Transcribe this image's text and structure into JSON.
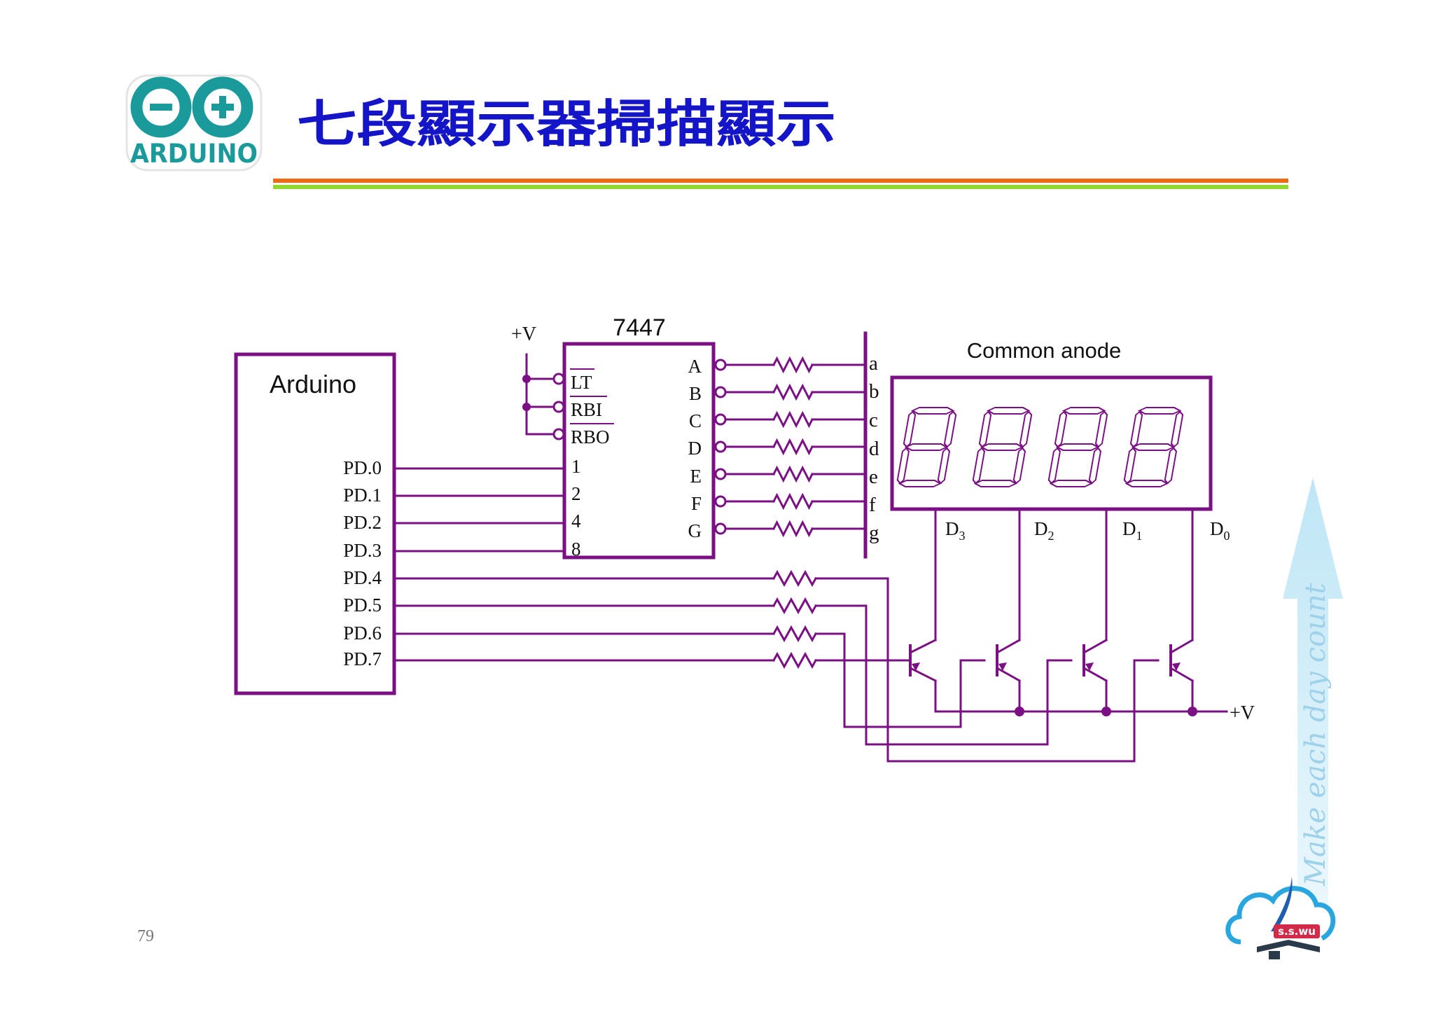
{
  "slide": {
    "title": "七段顯示器掃描顯示",
    "page_number": "79",
    "watermark": "Make each day count",
    "colors": {
      "wire": "#7b0f84",
      "title": "#1414c8",
      "accent_orange": "#f26a10",
      "accent_green": "#8ed830",
      "logo_teal": "#1a9a9a"
    }
  },
  "logo": {
    "text": "ARDUINO",
    "icon": "arduino-infinity-icon"
  },
  "badge": {
    "text": "s.s.wu",
    "icon": "cloud-book-quill-icon"
  },
  "arduino": {
    "label": "Arduino",
    "pins": [
      "PD.0",
      "PD.1",
      "PD.2",
      "PD.3",
      "PD.4",
      "PD.5",
      "PD.6",
      "PD.7"
    ]
  },
  "decoder": {
    "label": "7447",
    "supply": "+V",
    "control_pins": [
      "LT",
      "RBI",
      "RBO"
    ],
    "input_pins": [
      "1",
      "2",
      "4",
      "8"
    ],
    "output_pins": [
      "A",
      "B",
      "C",
      "D",
      "E",
      "F",
      "G"
    ]
  },
  "segments": [
    "a",
    "b",
    "c",
    "d",
    "e",
    "f",
    "g"
  ],
  "display": {
    "label": "Common anode",
    "digits": [
      {
        "letter": "D",
        "sub": "3"
      },
      {
        "letter": "D",
        "sub": "2"
      },
      {
        "letter": "D",
        "sub": "1"
      },
      {
        "letter": "D",
        "sub": "0"
      }
    ]
  },
  "transistor_supply": "+V"
}
